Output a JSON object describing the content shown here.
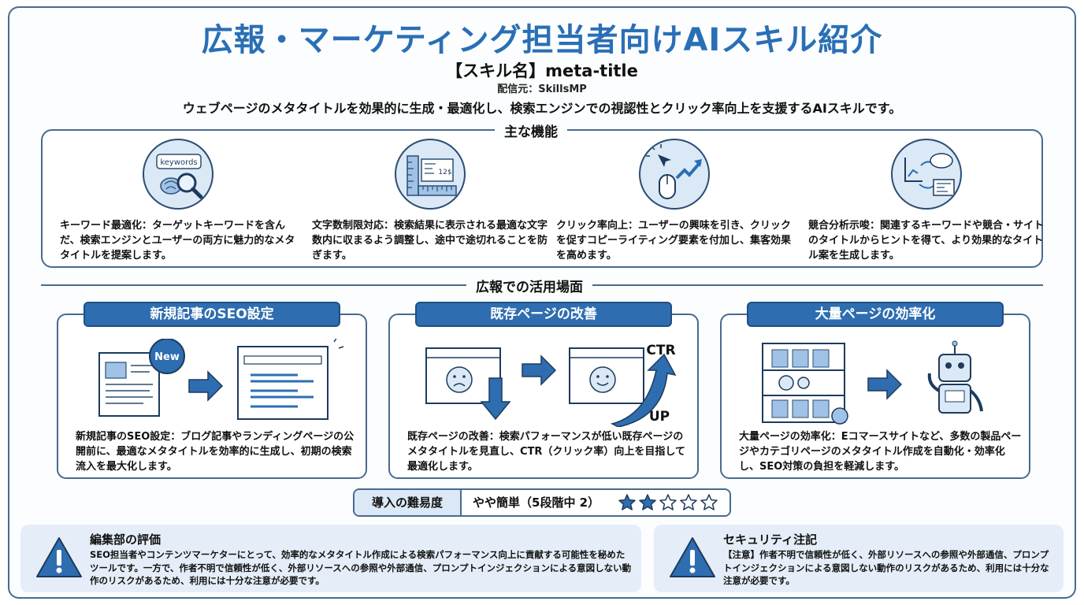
{
  "header": {
    "title": "広報・マーケティング担当者向けAIスキル紹介",
    "skill_name": "【スキル名】meta-title",
    "source": "配信元：SkillsMP",
    "lead": "ウェブページのメタタイトルを効果的に生成・最適化し、検索エンジンでの視認性とクリック率向上を支援するAIスキルです。"
  },
  "features": {
    "heading": "主な機能",
    "items": [
      {
        "icon": "keywords-magnifier-icon",
        "icon_text": "keywords",
        "text": "キーワード最適化：ターゲットキーワードを含んだ、検索エンジンとユーザーの両方に魅力的なメタタイトルを提案します。"
      },
      {
        "icon": "ruler-character-count-icon",
        "icon_text": "12$",
        "text": "文字数制限対応：検索結果に表示される最適な文字数内に収まるよう調整し、途中で途切れることを防ぎます。"
      },
      {
        "icon": "click-rate-up-icon",
        "text": "クリック率向上：ユーザーの興味を引き、クリックを促すコピーライティング要素を付加し、集客効果を高めます。"
      },
      {
        "icon": "competitor-analysis-icon",
        "text": "競合分析示唆：関連するキーワードや競合・サイトのタイトルからヒントを得て、より効果的なタイトル案を生成します。"
      }
    ]
  },
  "usecases": {
    "heading": "広報での活用場面",
    "items": [
      {
        "title": "新規記事のSEO設定",
        "badge": "New",
        "text": "新規記事のSEO設定：ブログ記事やランディングページの公開前に、最適なメタタイトルを効率的に生成し、初期の検索流入を最大化します。"
      },
      {
        "title": "既存ページの改善",
        "ctr_label": "CTR",
        "up_label": "UP",
        "text": "既存ページの改善：検索パフォーマンスが低い既存ページのメタタイトルを見直し、CTR（クリック率）向上を目指して最適化します。"
      },
      {
        "title": "大量ページの効率化",
        "text": "大量ページの効率化：Eコマースサイトなど、多数の製品ページやカテゴリページのメタタイトル作成を自動化・効率化し、SEO対策の負担を軽減します。"
      }
    ]
  },
  "difficulty": {
    "label": "導入の難易度",
    "value": "やや簡単（5段階中 2）",
    "rating": 2,
    "max": 5
  },
  "editorial": {
    "title": "編集部の評価",
    "text": "SEO担当者やコンテンツマーケターにとって、効率的なメタタイトル作成による検索パフォーマンス向上に貢献する可能性を秘めたツールです。一方で、作者不明で信頼性が低く、外部リソースへの参照や外部通信、プロンプトインジェクションによる意図しない動作のリスクがあるため、利用には十分な注意が必要です。"
  },
  "security": {
    "title": "セキュリティ注記",
    "text": "【注意】作者不明で信頼性が低く、外部リソースへの参照や外部通信、プロンプトインジェクションによる意図しない動作のリスクがあるため、利用には十分な注意が必要です。"
  },
  "colors": {
    "accent": "#2a6fb5",
    "dark_blue": "#2e6db0",
    "light_blue": "#dbe8f6",
    "border": "#4a6a8e",
    "note_bg": "#e5eef8"
  }
}
